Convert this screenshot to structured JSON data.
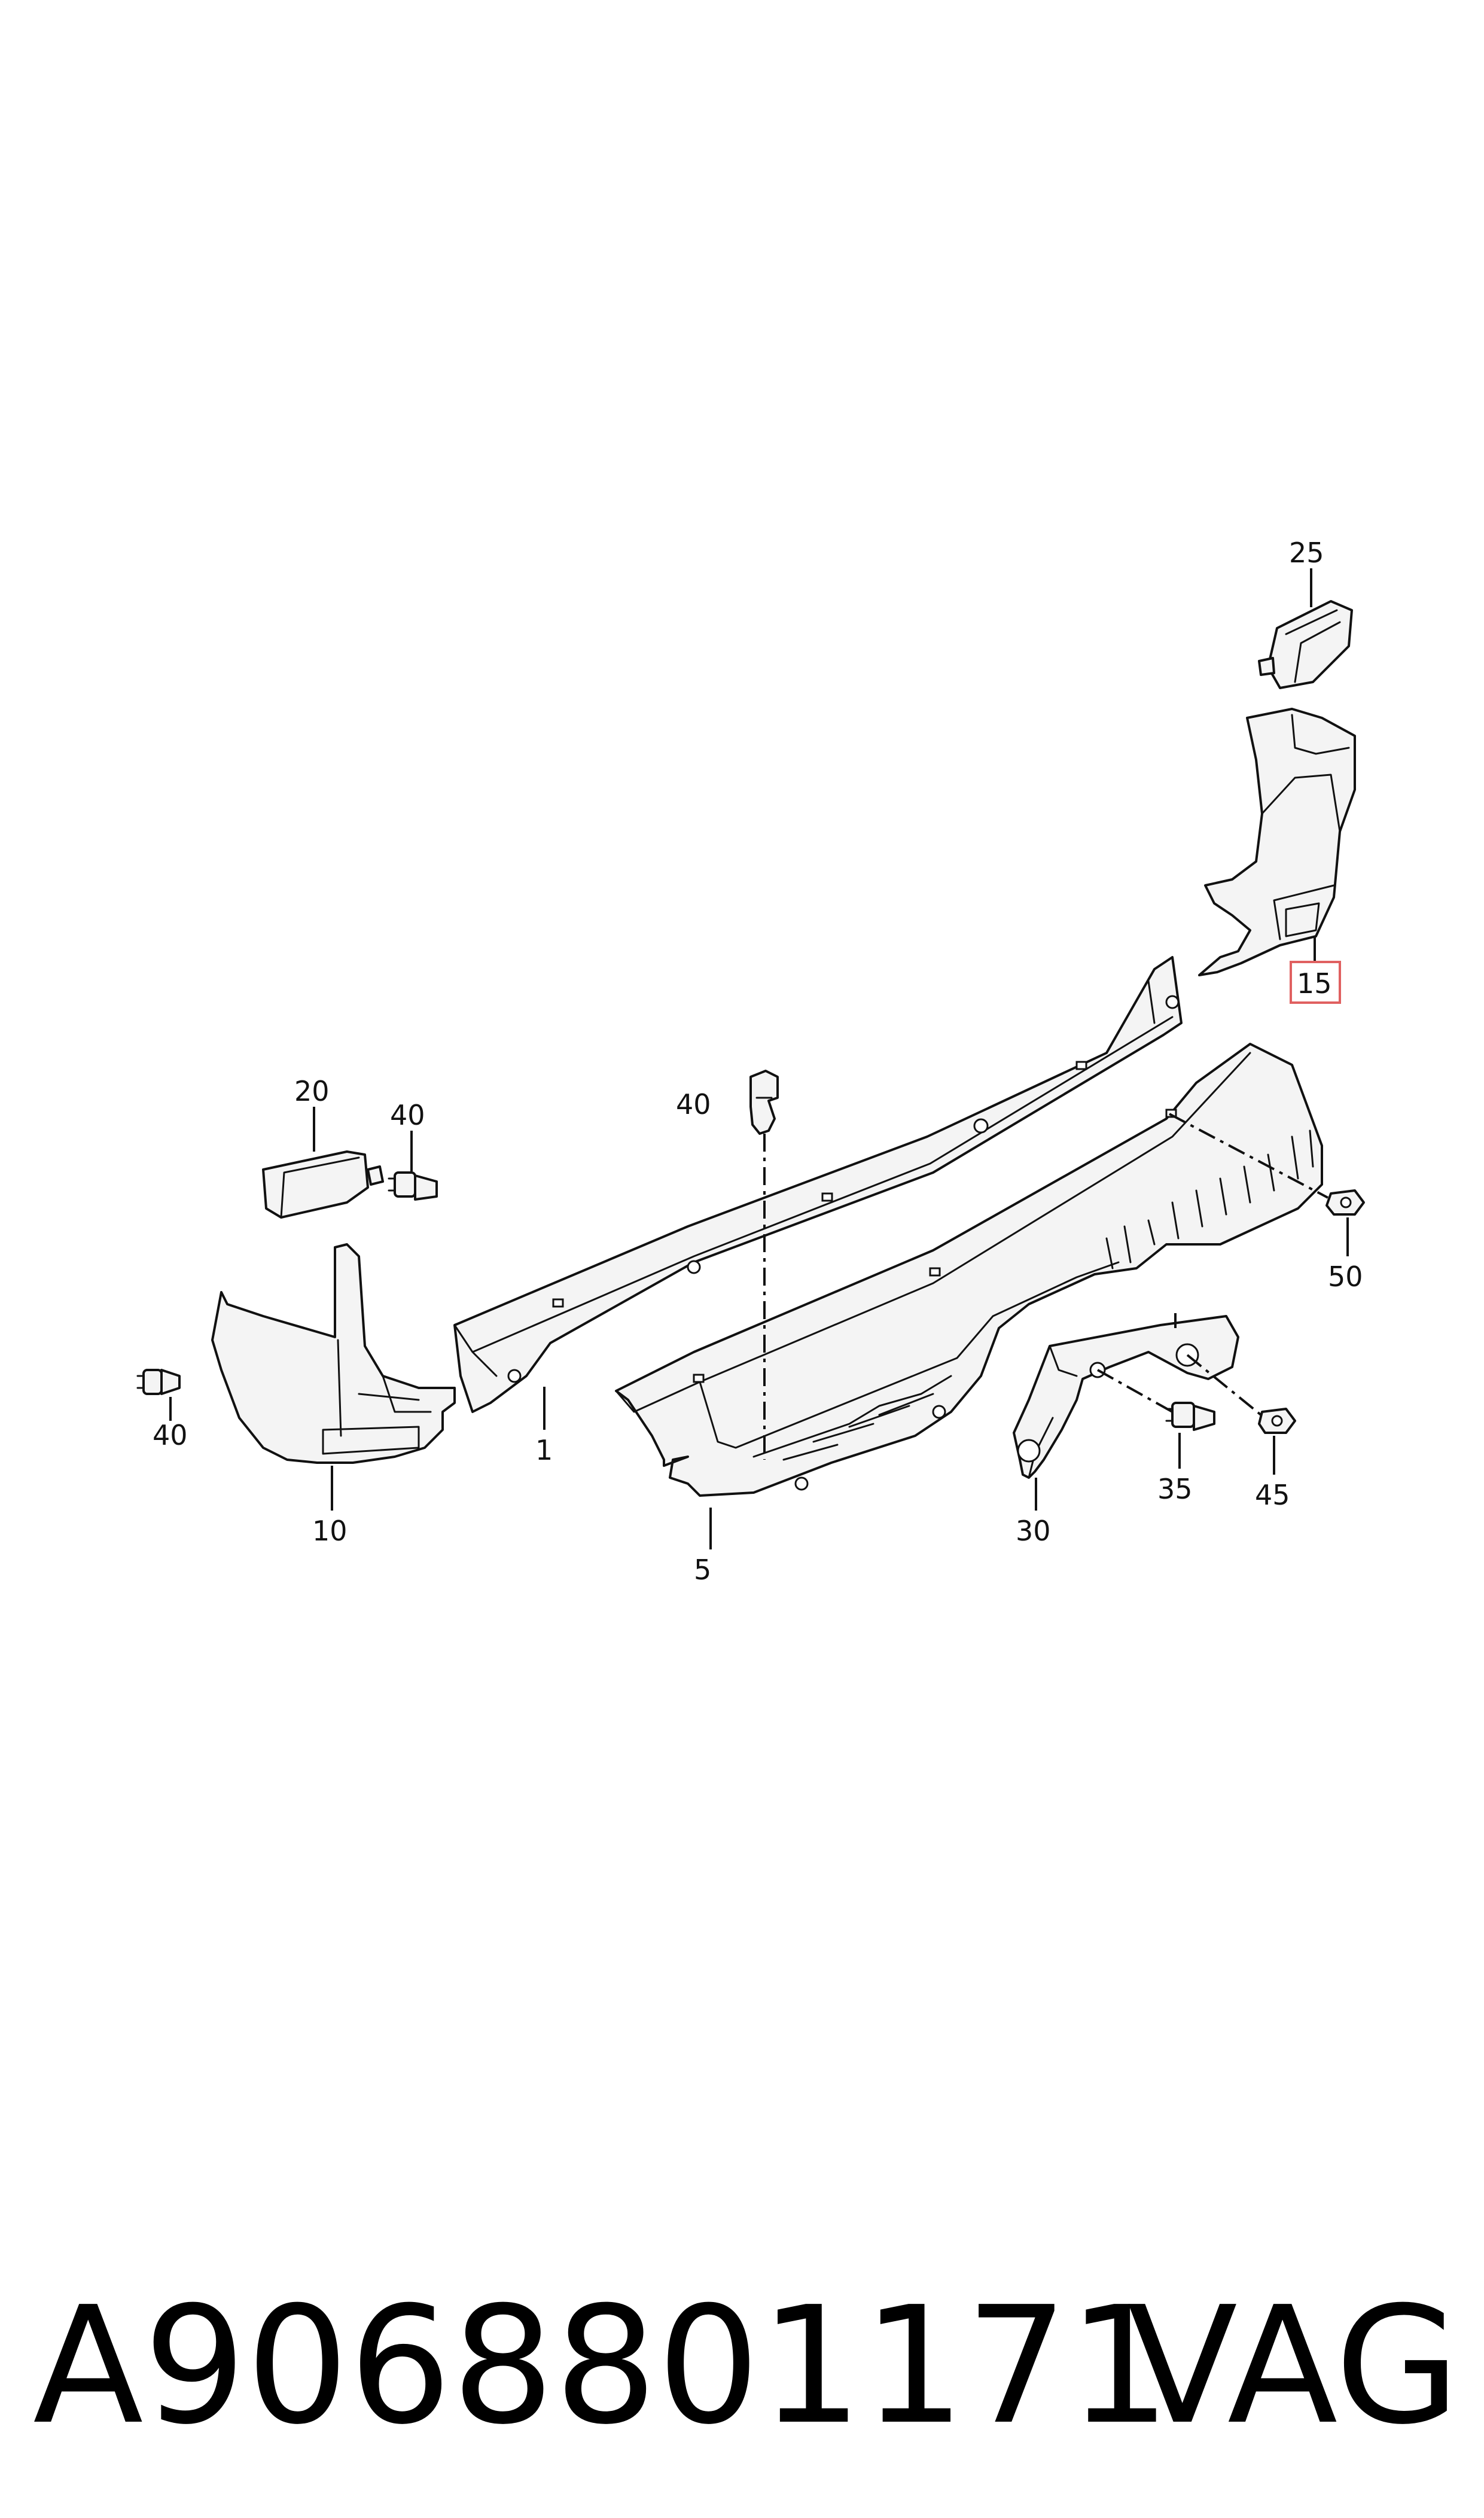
{
  "callouts": {
    "c1": "1",
    "c5": "5",
    "c10": "10",
    "c15": "15",
    "c20": "20",
    "c25": "25",
    "c30": "30",
    "c35": "35",
    "c40a": "40",
    "c40b": "40",
    "c40c": "40",
    "c45": "45",
    "c50": "50"
  },
  "highlighted_callout": "15",
  "highlight_color": "#e06060",
  "footer": {
    "part_number": "A9068801171",
    "brand": "VAG"
  }
}
